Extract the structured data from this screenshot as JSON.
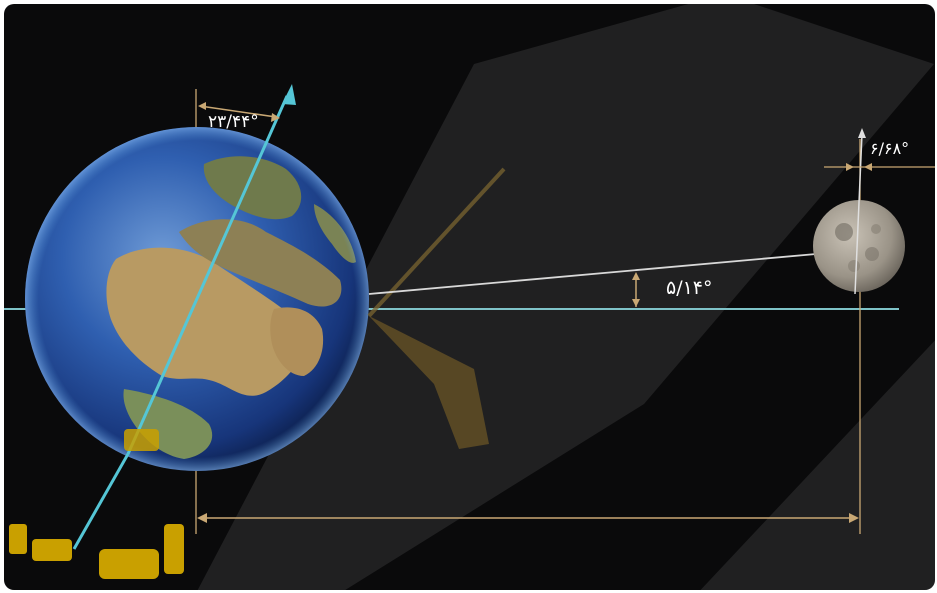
{
  "labels": {
    "earth_axial_tilt": "۲۳/۴۴°",
    "moon_axial_tilt": "۶/۶۸°",
    "orbit_inclination": "۵/۱۴°"
  },
  "colors": {
    "background": "#0a0a0b",
    "ecliptic_line": "#7fc3c8",
    "earth_axis": "#55c6d6",
    "measure_lines": "#c9a874",
    "watermark": "#c9a000",
    "moon_orbit_line": "#d8d8d8"
  }
}
